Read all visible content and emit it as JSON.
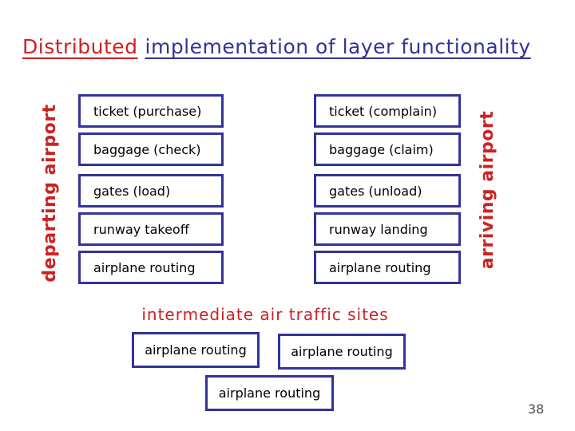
{
  "title": {
    "part1": "Distributed",
    "part2": "implementation of layer functionality"
  },
  "columns": {
    "departing": {
      "label": "departing airport",
      "items": [
        "ticket (purchase)",
        "baggage (check)",
        "gates (load)",
        "runway takeoff",
        "airplane routing"
      ]
    },
    "arriving": {
      "label": "arriving airport",
      "items": [
        "ticket (complain)",
        "baggage (claim)",
        "gates (unload)",
        "runway landing",
        "airplane routing"
      ]
    }
  },
  "intermediate": {
    "label": "intermediate air traffic sites",
    "items": [
      "airplane routing",
      "airplane routing",
      "airplane routing"
    ]
  },
  "page_number": "38",
  "colors": {
    "title_red": "#cc2222",
    "title_navy": "#333399",
    "box_border": "#333399",
    "box_text": "#000000",
    "side_label_red": "#cc2222",
    "page_number_gray": "#4d4d4d",
    "background": "#ffffff"
  }
}
